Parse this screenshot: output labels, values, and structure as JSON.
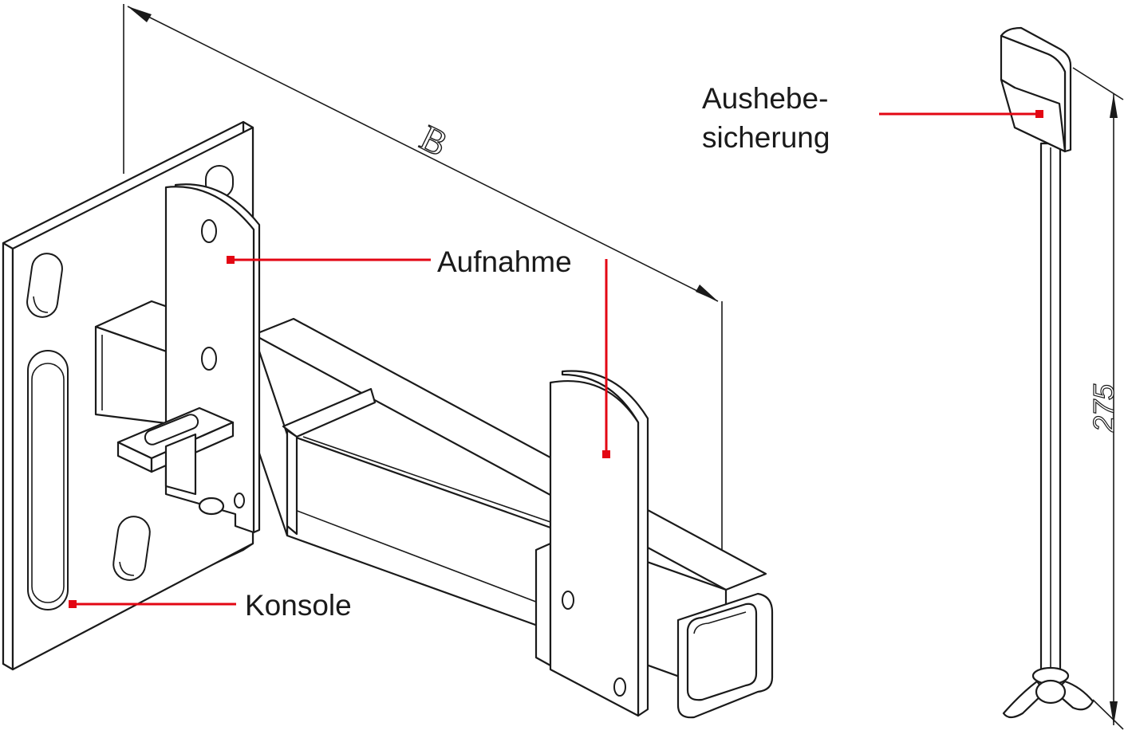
{
  "labels": {
    "aufnahme": "Aufnahme",
    "konsole": "Konsole",
    "aushebe_line1": "Aushebe-",
    "aushebe_line2": "sicherung"
  },
  "dimensions": {
    "width_symbol": "B",
    "height_value": "275"
  },
  "colors": {
    "leader": "#e30613",
    "line": "#1a1a1a",
    "background": "#ffffff"
  }
}
